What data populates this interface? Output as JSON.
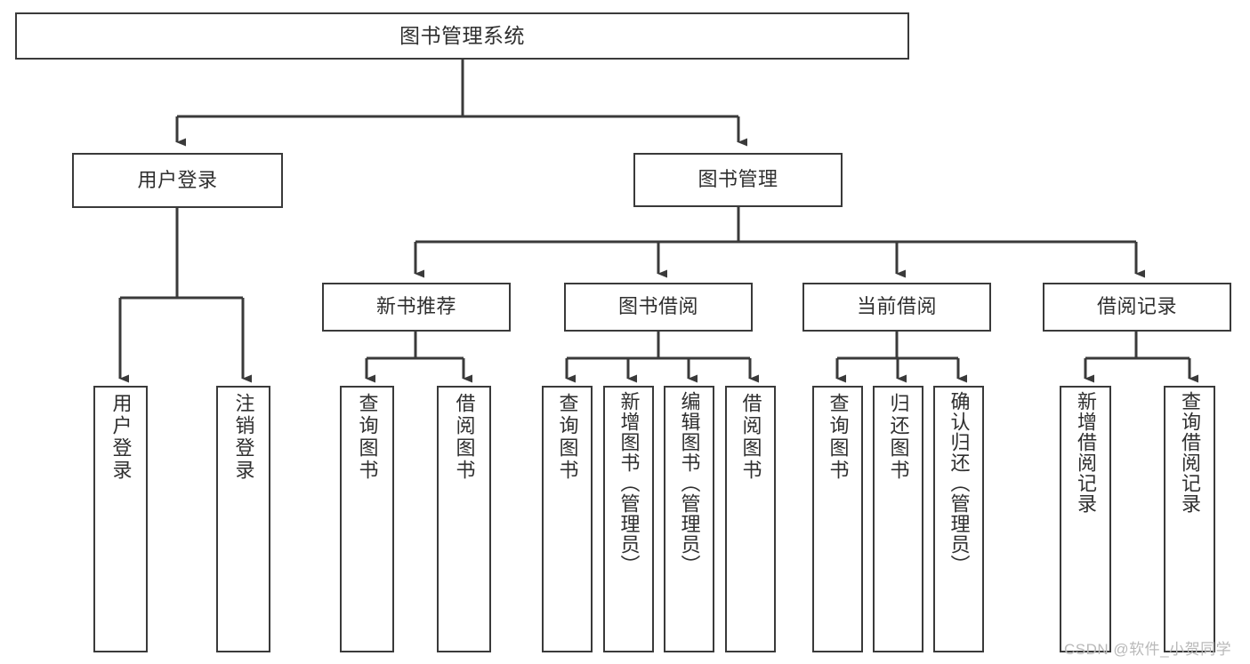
{
  "diagram": {
    "type": "tree",
    "title": "图书管理系统",
    "root": {
      "id": "root",
      "label": "图书管理系统"
    },
    "level1": [
      {
        "id": "user-login",
        "label": "用户登录"
      },
      {
        "id": "book-manage",
        "label": "图书管理"
      }
    ],
    "level2": [
      {
        "id": "new-book-recommend",
        "label": "新书推荐",
        "parent": "book-manage"
      },
      {
        "id": "book-borrow",
        "label": "图书借阅",
        "parent": "book-manage"
      },
      {
        "id": "current-borrow",
        "label": "当前借阅",
        "parent": "book-manage"
      },
      {
        "id": "borrow-record",
        "label": "借阅记录",
        "parent": "book-manage"
      }
    ],
    "leaves": {
      "user_login": [
        {
          "id": "leaf-user-login",
          "label": "用户登录"
        },
        {
          "id": "leaf-logout",
          "label": "注销登录"
        }
      ],
      "new_book_recommend": [
        {
          "id": "leaf-query-book-1",
          "label": "查询图书"
        },
        {
          "id": "leaf-borrow-book-1",
          "label": "借阅图书"
        }
      ],
      "book_borrow": [
        {
          "id": "leaf-query-book-2",
          "label": "查询图书"
        },
        {
          "id": "leaf-add-book",
          "label": "新增图书（管理员）"
        },
        {
          "id": "leaf-edit-book",
          "label": "编辑图书（管理员）"
        },
        {
          "id": "leaf-borrow-book-2",
          "label": "借阅图书"
        }
      ],
      "current_borrow": [
        {
          "id": "leaf-query-book-3",
          "label": "查询图书"
        },
        {
          "id": "leaf-return-book",
          "label": "归还图书"
        },
        {
          "id": "leaf-confirm-return",
          "label": "确认归还（管理员）"
        }
      ],
      "borrow_record": [
        {
          "id": "leaf-add-record",
          "label": "新增借阅记录"
        },
        {
          "id": "leaf-query-record",
          "label": "查询借阅记录"
        }
      ]
    }
  },
  "watermark": {
    "text": "CSDN @软件_小贺同学"
  },
  "colors": {
    "line": "#3a3a3a",
    "box_border": "#3a3a3a",
    "box_fill": "#ffffff",
    "text": "#2f2f2f",
    "watermark": "#b9b9b9",
    "background": "#ffffff"
  }
}
